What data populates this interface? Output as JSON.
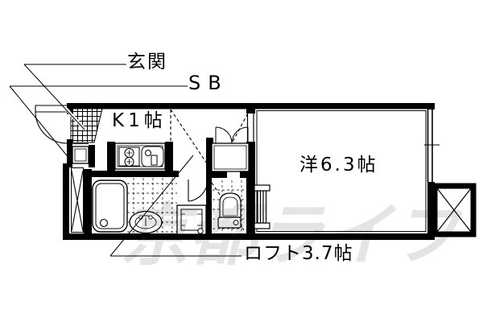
{
  "meta": {
    "type": "apartment-floor-plan",
    "language": "ja"
  },
  "colors": {
    "line": "#000000",
    "background": "#ffffff",
    "watermark": "#e4e4e4"
  },
  "labels": {
    "entrance": "玄関",
    "shoe_box": "SB",
    "kitchen": "K1帖",
    "western_room": "洋6.3帖",
    "loft": "ロフト3.7帖"
  },
  "watermark": {
    "text": "京都ライフ"
  },
  "rooms": [
    {
      "name": "玄関",
      "note": "entrance with tiled floor"
    },
    {
      "name": "K1帖",
      "note": "kitchen 1 tatami"
    },
    {
      "name": "洋6.3帖",
      "note": "western room 6.3 tatami"
    },
    {
      "name": "ロフト3.7帖",
      "note": "loft 3.7 tatami"
    },
    {
      "name": "SB",
      "note": "shoe box"
    }
  ]
}
